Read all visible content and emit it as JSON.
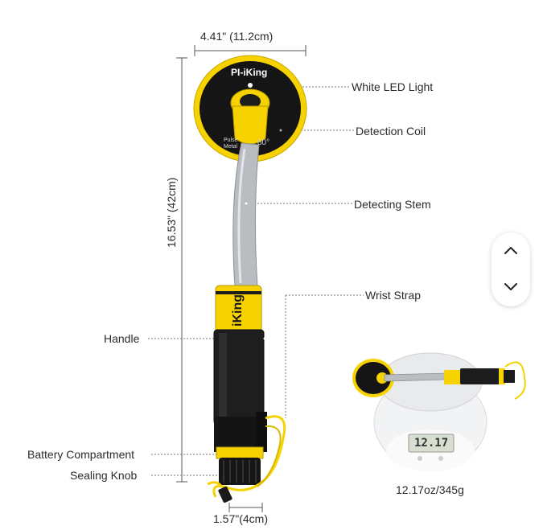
{
  "product": {
    "brand_on_coil": "PI-iKing",
    "brand_on_handle": "iKing",
    "coil_fragment": "80°"
  },
  "dimensions": {
    "coil_width": "4.41\" (11.2cm)",
    "total_length": "16.53\" (42cm)",
    "bottom_width": "1.57\"(4cm)"
  },
  "callouts": {
    "led": "White LED Light",
    "coil": "Detection Coil",
    "stem": "Detecting Stem",
    "strap": "Wrist Strap",
    "handle": "Handle",
    "battery": "Battery Compartment",
    "knob": "Sealing Knob"
  },
  "scale": {
    "display": "12.17",
    "weight": "12.17oz/345g"
  },
  "colors": {
    "accent_yellow": "#f5d200",
    "stem_gray": "#b9bcc0",
    "body_black": "#1c1c1c"
  },
  "nav": {
    "up_icon": "chevron-up-icon",
    "down_icon": "chevron-down-icon"
  }
}
